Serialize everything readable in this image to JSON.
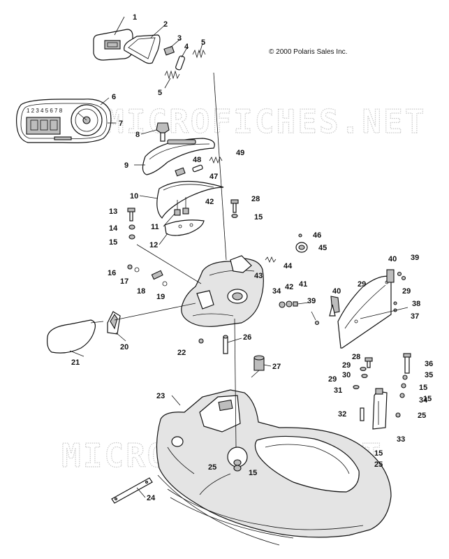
{
  "copyright": "© 2000 Polaris Sales Inc.",
  "watermark": "MICROFICHES.NET",
  "gauge_numbers": "1 2 3 4 5 6 7 8",
  "callouts": {
    "c1": "1",
    "c2": "2",
    "c3": "3",
    "c4": "4",
    "c5a": "5",
    "c5b": "5",
    "c6": "6",
    "c7": "7",
    "c8": "8",
    "c9": "9",
    "c10": "10",
    "c11": "11",
    "c12": "12",
    "c13": "13",
    "c14": "14",
    "c15a": "15",
    "c15b": "15",
    "c15c": "15",
    "c15d": "15",
    "c15e": "15",
    "c15f": "15",
    "c16": "16",
    "c17": "17",
    "c18": "18",
    "c19": "19",
    "c20": "20",
    "c21": "21",
    "c22": "22",
    "c23": "23",
    "c24": "24",
    "c25a": "25",
    "c25b": "25",
    "c25c": "25",
    "c26": "26",
    "c27": "27",
    "c28a": "28",
    "c28b": "28",
    "c29a": "29",
    "c29b": "29",
    "c29c": "29",
    "c29d": "29",
    "c30": "30",
    "c31": "31",
    "c32": "32",
    "c33": "33",
    "c34a": "34",
    "c34b": "34",
    "c35": "35",
    "c36": "36",
    "c37": "37",
    "c38": "38",
    "c39a": "39",
    "c39b": "39",
    "c40a": "40",
    "c40b": "40",
    "c41": "41",
    "c42a": "42",
    "c42b": "42",
    "c43": "43",
    "c44": "44",
    "c45": "45",
    "c46": "46",
    "c47": "47",
    "c48": "48",
    "c49": "49"
  }
}
